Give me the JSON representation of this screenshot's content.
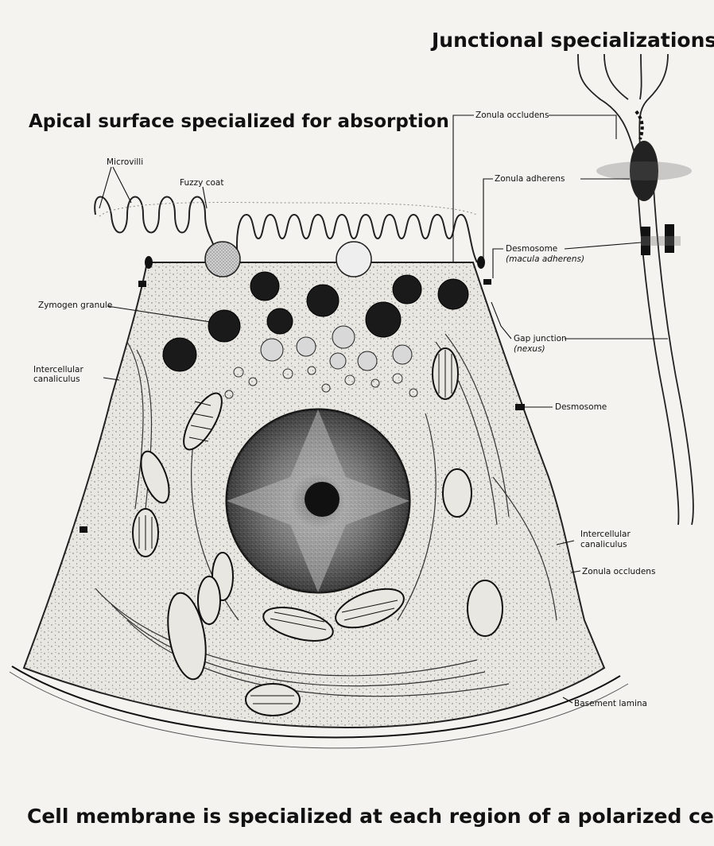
{
  "headings": {
    "junctional": "Junctional specializations",
    "apical": "Apical surface specialized for absorption",
    "caption": "Cell membrane is specialized at each region of a polarized cell."
  },
  "labels": {
    "microvilli": "Microvilli",
    "fuzzy_coat": "Fuzzy coat",
    "zymogen_granule": "Zymogen granule",
    "intercellular_canaliculus_left_1": "Intercellular",
    "intercellular_canaliculus_left_2": "canaliculus",
    "zonula_occludens_top": "Zonula occludens",
    "zonula_adherens": "Zonula adherens",
    "desmosome_top": "Desmosome",
    "macula_adherens": "(macula adherens)",
    "gap_junction": "Gap junction",
    "nexus": "(nexus)",
    "desmosome_right": "Desmosome",
    "intercellular_canaliculus_right_1": "Intercellular",
    "intercellular_canaliculus_right_2": "canaliculus",
    "zonula_occludens_right": "Zonula occludens",
    "basement_lamina": "Basement lamina"
  }
}
